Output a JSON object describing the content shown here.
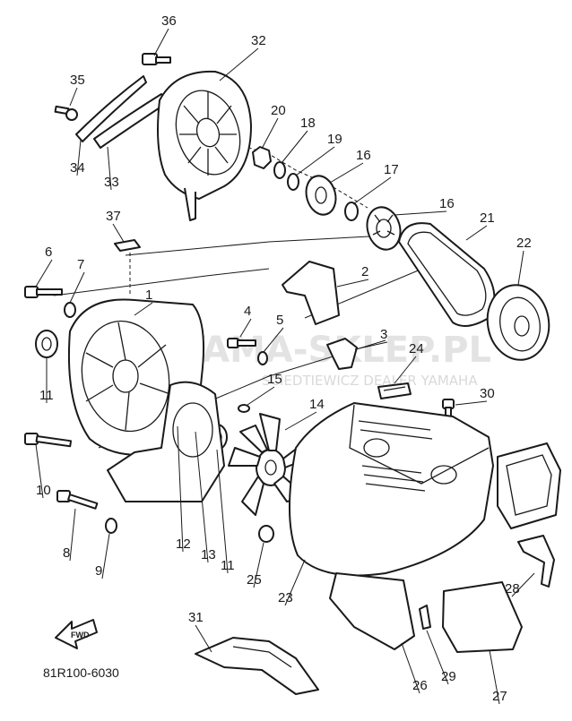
{
  "diagram": {
    "watermark_logo": "YAMA-SKLEP.PL",
    "watermark_sub": "SCIEDTIEWICZ DEALER YAMAHA",
    "diagram_code": "81R100-6030",
    "fwd_label": "FWD",
    "callouts": [
      "36",
      "32",
      "35",
      "20",
      "18",
      "19",
      "16",
      "17",
      "16",
      "21",
      "22",
      "34",
      "33",
      "37",
      "6",
      "7",
      "1",
      "2",
      "4",
      "5",
      "3",
      "24",
      "30",
      "11",
      "15",
      "14",
      "10",
      "8",
      "9",
      "12",
      "13",
      "11",
      "25",
      "23",
      "28",
      "31",
      "26",
      "29",
      "27"
    ]
  }
}
